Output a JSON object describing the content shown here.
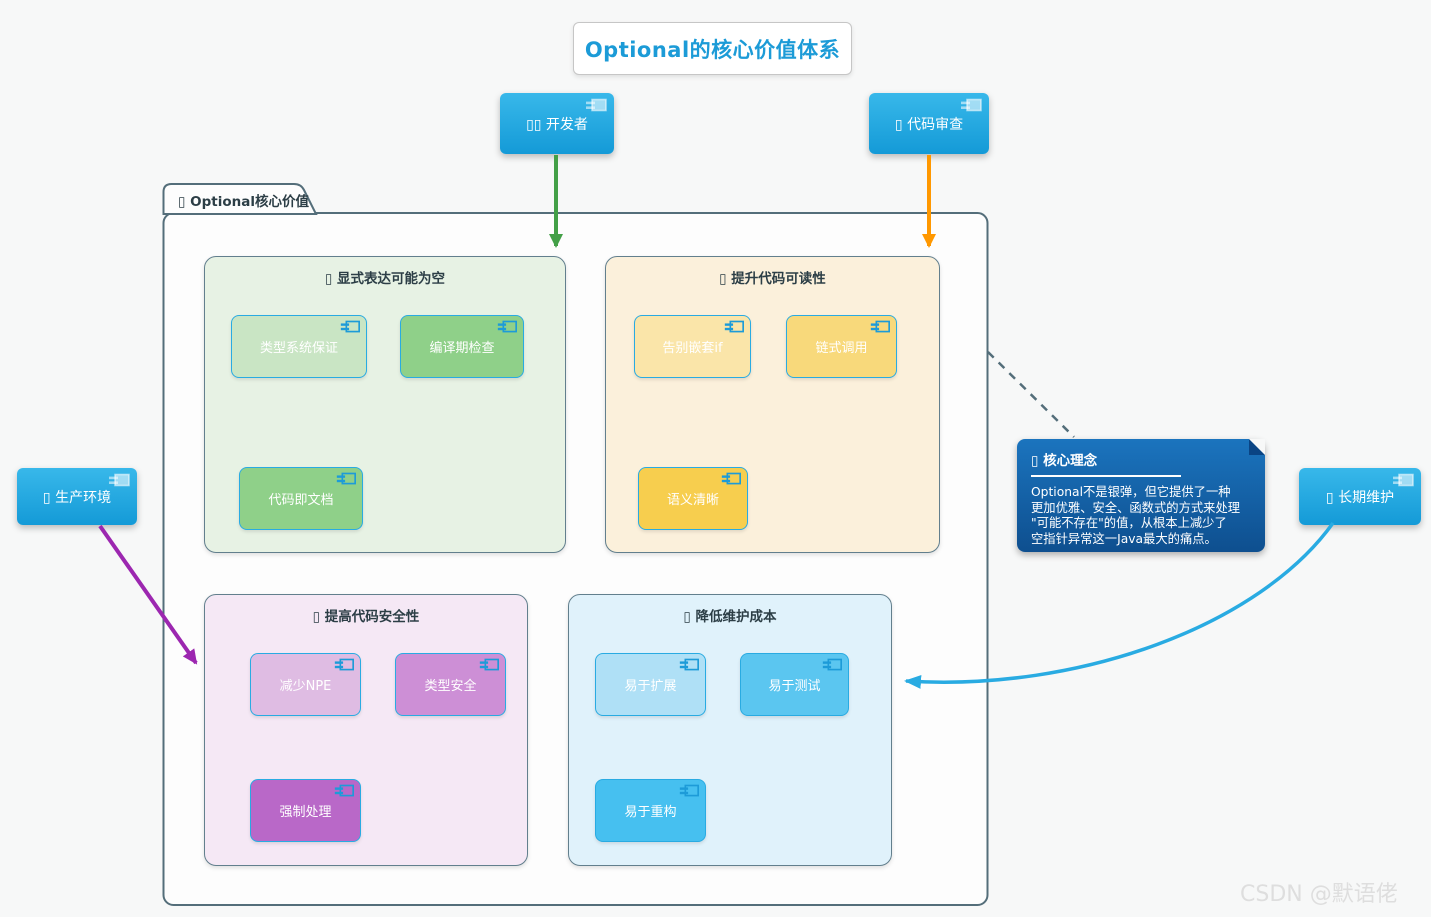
{
  "title": "Optional的核心价值体系",
  "watermark": "CSDN @默语佬",
  "colors": {
    "accent_blue": "#1c9bd7",
    "green_arrow": "#43a047",
    "orange_arrow": "#ff9800",
    "purple_arrow": "#9c27b0",
    "blue_arrow": "#29abe2",
    "dashed_link": "#546e7a"
  },
  "actors": {
    "developer": "▯▯ 开发者",
    "code_review": "▯ 代码审查",
    "production": "▯ 生产环境",
    "maintenance": "▯ 长期维护"
  },
  "package": {
    "label": "▯ Optional核心价值"
  },
  "sections": [
    {
      "title": "▯ 显式表达可能为空",
      "components": [
        "类型系统保证",
        "编译期检查",
        "代码即文档"
      ]
    },
    {
      "title": "▯ 提升代码可读性",
      "components": [
        "告别嵌套if",
        "链式调用",
        "语义清晰"
      ]
    },
    {
      "title": "▯ 提高代码安全性",
      "components": [
        "减少NPE",
        "类型安全",
        "强制处理"
      ]
    },
    {
      "title": "▯ 降低维护成本",
      "components": [
        "易于扩展",
        "易于测试",
        "易于重构"
      ]
    }
  ],
  "note": {
    "title": "▯ 核心理念",
    "line1": "Optional不是银弹，但它提供了一种",
    "line2": "更加优雅、安全、函数式的方式来处理",
    "line3": "\"可能不存在\"的值，从根本上减少了",
    "line4": "空指针异常这一Java最大的痛点。"
  }
}
